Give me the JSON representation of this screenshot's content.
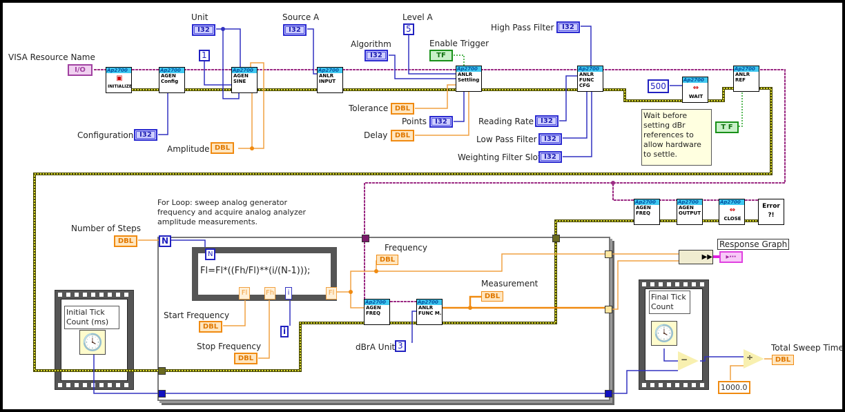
{
  "inputs": {
    "visa": {
      "label": "VISA Resource Name",
      "type": "I/O"
    },
    "unit": {
      "label": "Unit",
      "type": "I32"
    },
    "source_a": {
      "label": "Source A",
      "type": "I32"
    },
    "level_a": {
      "label": "Level A",
      "value": "5"
    },
    "algorithm": {
      "label": "Algorithm",
      "type": "I32"
    },
    "enable_trigger": {
      "label": "Enable Trigger",
      "type": "TF"
    },
    "high_pass": {
      "label": "High Pass Filter",
      "type": "I32"
    },
    "configuration": {
      "label": "Configuration",
      "type": "I32"
    },
    "amplitude": {
      "label": "Amplitude",
      "type": "DBL"
    },
    "tolerance": {
      "label": "Tolerance",
      "type": "DBL"
    },
    "points": {
      "label": "Points",
      "type": "I32"
    },
    "delay": {
      "label": "Delay",
      "type": "DBL"
    },
    "reading_rate": {
      "label": "Reading Rate",
      "type": "I32"
    },
    "low_pass": {
      "label": "Low Pass Filter",
      "type": "I32"
    },
    "weighting": {
      "label": "Weighting Filter Slot",
      "type": "I32"
    },
    "num_steps": {
      "label": "Number of Steps",
      "type": "DBL"
    },
    "start_freq": {
      "label": "Start Frequency",
      "type": "DBL"
    },
    "stop_freq": {
      "label": "Stop Frequency",
      "type": "DBL"
    },
    "dbra_unit": {
      "label": "dBrA Unit",
      "value": "3"
    }
  },
  "constants": {
    "one": "1",
    "wait_ms": "500",
    "tf": "T F",
    "divisor": "1000.0"
  },
  "nodes": {
    "brand": "Ap2700",
    "initialize": "INITIALIZE",
    "agen_config": [
      "AGEN",
      "Config"
    ],
    "agen_sine": [
      "AGEN",
      "SINE"
    ],
    "anlr_input": [
      "ANLR",
      "INPUT"
    ],
    "anlr_settling": [
      "ANLR",
      "Settling"
    ],
    "anlr_func_cfg": [
      "ANLR",
      "FUNC",
      "CFG"
    ],
    "wait": "WAIT",
    "anlr_ref": [
      "ANLR",
      "REF"
    ],
    "agen_freq_out": [
      "AGEN",
      "FREQ"
    ],
    "agen_output": [
      "AGEN",
      "OUTPUT"
    ],
    "close": "CLOSE",
    "error": "Error ?!",
    "agen_freq_in": [
      "AGEN",
      "FREQ"
    ],
    "anlr_func_m": [
      "ANLR",
      "FUNC M."
    ]
  },
  "comments": {
    "wait_note": "Wait before setting dBr references to allow hardware to settle.",
    "for_loop": "For Loop: sweep analog generator frequency and acquire analog analyzer amplitude measurements."
  },
  "loop": {
    "count_terminal": "N",
    "iteration_terminal": "i"
  },
  "formula": {
    "text": "Fl=Fl*((Fh/Fl)**(i/(N-1)));",
    "n": "N",
    "fl": "Fl",
    "fh": "Fh",
    "i": "i",
    "out": "Fl"
  },
  "outputs": {
    "frequency": {
      "label": "Frequency",
      "type": "DBL"
    },
    "measurement": {
      "label": "Measurement",
      "type": "DBL"
    },
    "response_graph": {
      "label": "Response Graph"
    },
    "total_sweep": {
      "label": "Total Sweep Time",
      "type": "DBL"
    }
  },
  "ticks": {
    "initial": "Initial Tick Count (ms)",
    "final": "Final Tick Count"
  },
  "colors": {
    "i32": "#2a2ad0",
    "dbl": "#f08a10",
    "bool": "#189018",
    "error_wire": "#9c2c84",
    "task_wire": "#c8c820"
  }
}
